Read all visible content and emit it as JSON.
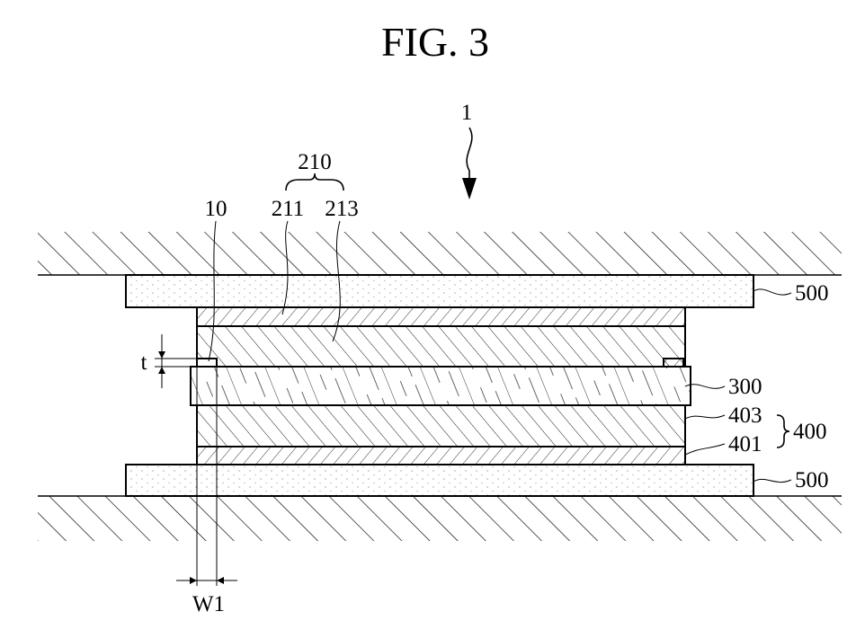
{
  "figure": {
    "title": "FIG. 3",
    "labels": {
      "device": "1",
      "group_210": "210",
      "layer_211": "211",
      "layer_213": "213",
      "part_10": "10",
      "thickness_t": "t",
      "layer_300": "300",
      "layer_403": "403",
      "group_400": "400",
      "layer_401": "401",
      "plate_top_500": "500",
      "plate_bottom_500": "500",
      "width_w1": "W1"
    }
  }
}
